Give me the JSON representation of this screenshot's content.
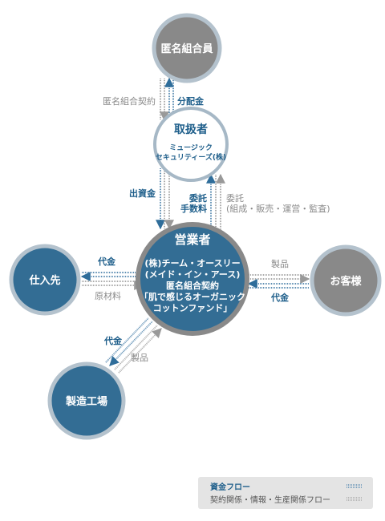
{
  "nodes": {
    "investors": "匿名組合員",
    "handler": {
      "title": "取扱者",
      "line1": "ミュージック",
      "line2": "セキュリティーズ(株)"
    },
    "operator": {
      "title": "営業者",
      "line1": "(株)チーム・オースリー",
      "line2": "(メイド・イン・アース)",
      "line3": "匿名組合契約",
      "line4": "「肌で感じるオーガニック",
      "line5": "コットンファンド」"
    },
    "supplier": "仕入先",
    "customer": "お客様",
    "factory": "製造工場"
  },
  "flows": {
    "contract_top": "匿名組合契約",
    "distribution": "分配金",
    "investment": "出資金",
    "commission_1": "委託",
    "commission_2": "手数料",
    "entrust_1": "委託",
    "entrust_2": "(組成・販売・運営・監査)",
    "supplier_payment": "代金",
    "supplier_material": "原材料",
    "customer_product": "製品",
    "customer_payment": "代金",
    "factory_payment": "代金",
    "factory_product": "製品"
  },
  "legend": {
    "money_flow": "資金フロー",
    "contract_flow": "契約関係・情報・生産関係フロー"
  },
  "colors": {
    "blue_node": "#336d94",
    "gray_node": "#898989",
    "ring": "#b4c2cd",
    "money_line": "#5f8fb4",
    "info_line": "#aaaaaa",
    "label_blue": "#1f5f8b"
  }
}
